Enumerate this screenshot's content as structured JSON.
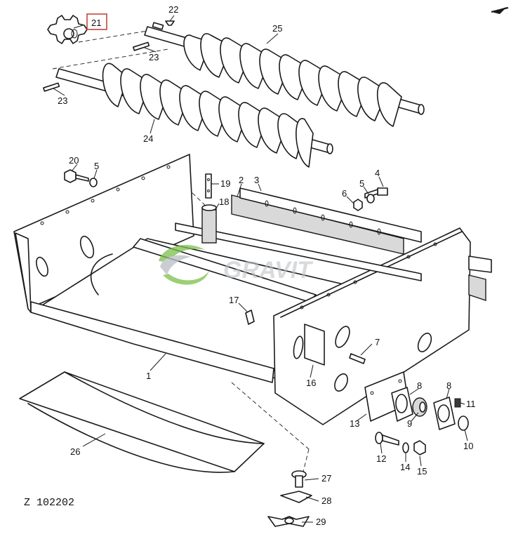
{
  "diagram": {
    "code": "Z 102202",
    "watermark": "GRAVIT",
    "highlight_color": "#c0392b",
    "watermark_colors": [
      "#7cbf4a",
      "#b9bec4"
    ],
    "highlighted_part": "21",
    "callouts": {
      "c1": "1",
      "c2": "2",
      "c3": "3",
      "c4": "4",
      "c5a": "5",
      "c5b": "5",
      "c6": "6",
      "c7": "7",
      "c8a": "8",
      "c8b": "8",
      "c9": "9",
      "c10": "10",
      "c11": "11",
      "c12": "12",
      "c13": "13",
      "c14": "14",
      "c15": "15",
      "c16": "16",
      "c17": "17",
      "c18": "18",
      "c19": "19",
      "c20": "20",
      "c21": "21",
      "c22": "22",
      "c23a": "23",
      "c23b": "23",
      "c24": "24",
      "c25": "25",
      "c26": "26",
      "c27": "27",
      "c28": "28",
      "c29": "29"
    }
  }
}
